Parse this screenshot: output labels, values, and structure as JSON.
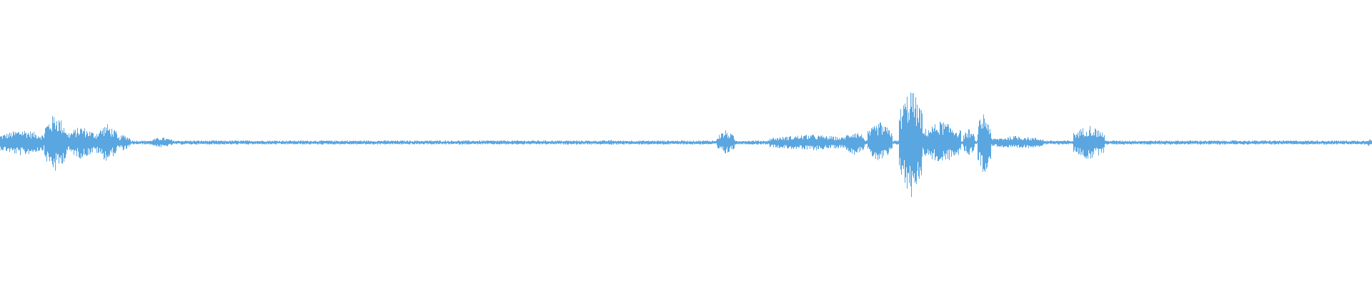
{
  "waveform": {
    "color": "#5aa6e0",
    "baseline_amplitude": 0.015,
    "segments": [
      {
        "from": 0.0,
        "to": 0.032,
        "amp": 0.1
      },
      {
        "from": 0.032,
        "to": 0.048,
        "amp": 0.22
      },
      {
        "from": 0.048,
        "to": 0.07,
        "amp": 0.12
      },
      {
        "from": 0.07,
        "to": 0.085,
        "amp": 0.14
      },
      {
        "from": 0.085,
        "to": 0.095,
        "amp": 0.06
      },
      {
        "from": 0.11,
        "to": 0.125,
        "amp": 0.04
      },
      {
        "from": 0.44,
        "to": 0.45,
        "amp": 0.02
      },
      {
        "from": 0.522,
        "to": 0.535,
        "amp": 0.09
      },
      {
        "from": 0.56,
        "to": 0.62,
        "amp": 0.06
      },
      {
        "from": 0.615,
        "to": 0.63,
        "amp": 0.09
      },
      {
        "from": 0.632,
        "to": 0.65,
        "amp": 0.15
      },
      {
        "from": 0.655,
        "to": 0.672,
        "amp": 0.41
      },
      {
        "from": 0.672,
        "to": 0.7,
        "amp": 0.16
      },
      {
        "from": 0.702,
        "to": 0.71,
        "amp": 0.1
      },
      {
        "from": 0.712,
        "to": 0.722,
        "amp": 0.23
      },
      {
        "from": 0.722,
        "to": 0.76,
        "amp": 0.05
      },
      {
        "from": 0.782,
        "to": 0.805,
        "amp": 0.13
      },
      {
        "from": 0.995,
        "to": 1.0,
        "amp": 0.03
      }
    ]
  }
}
